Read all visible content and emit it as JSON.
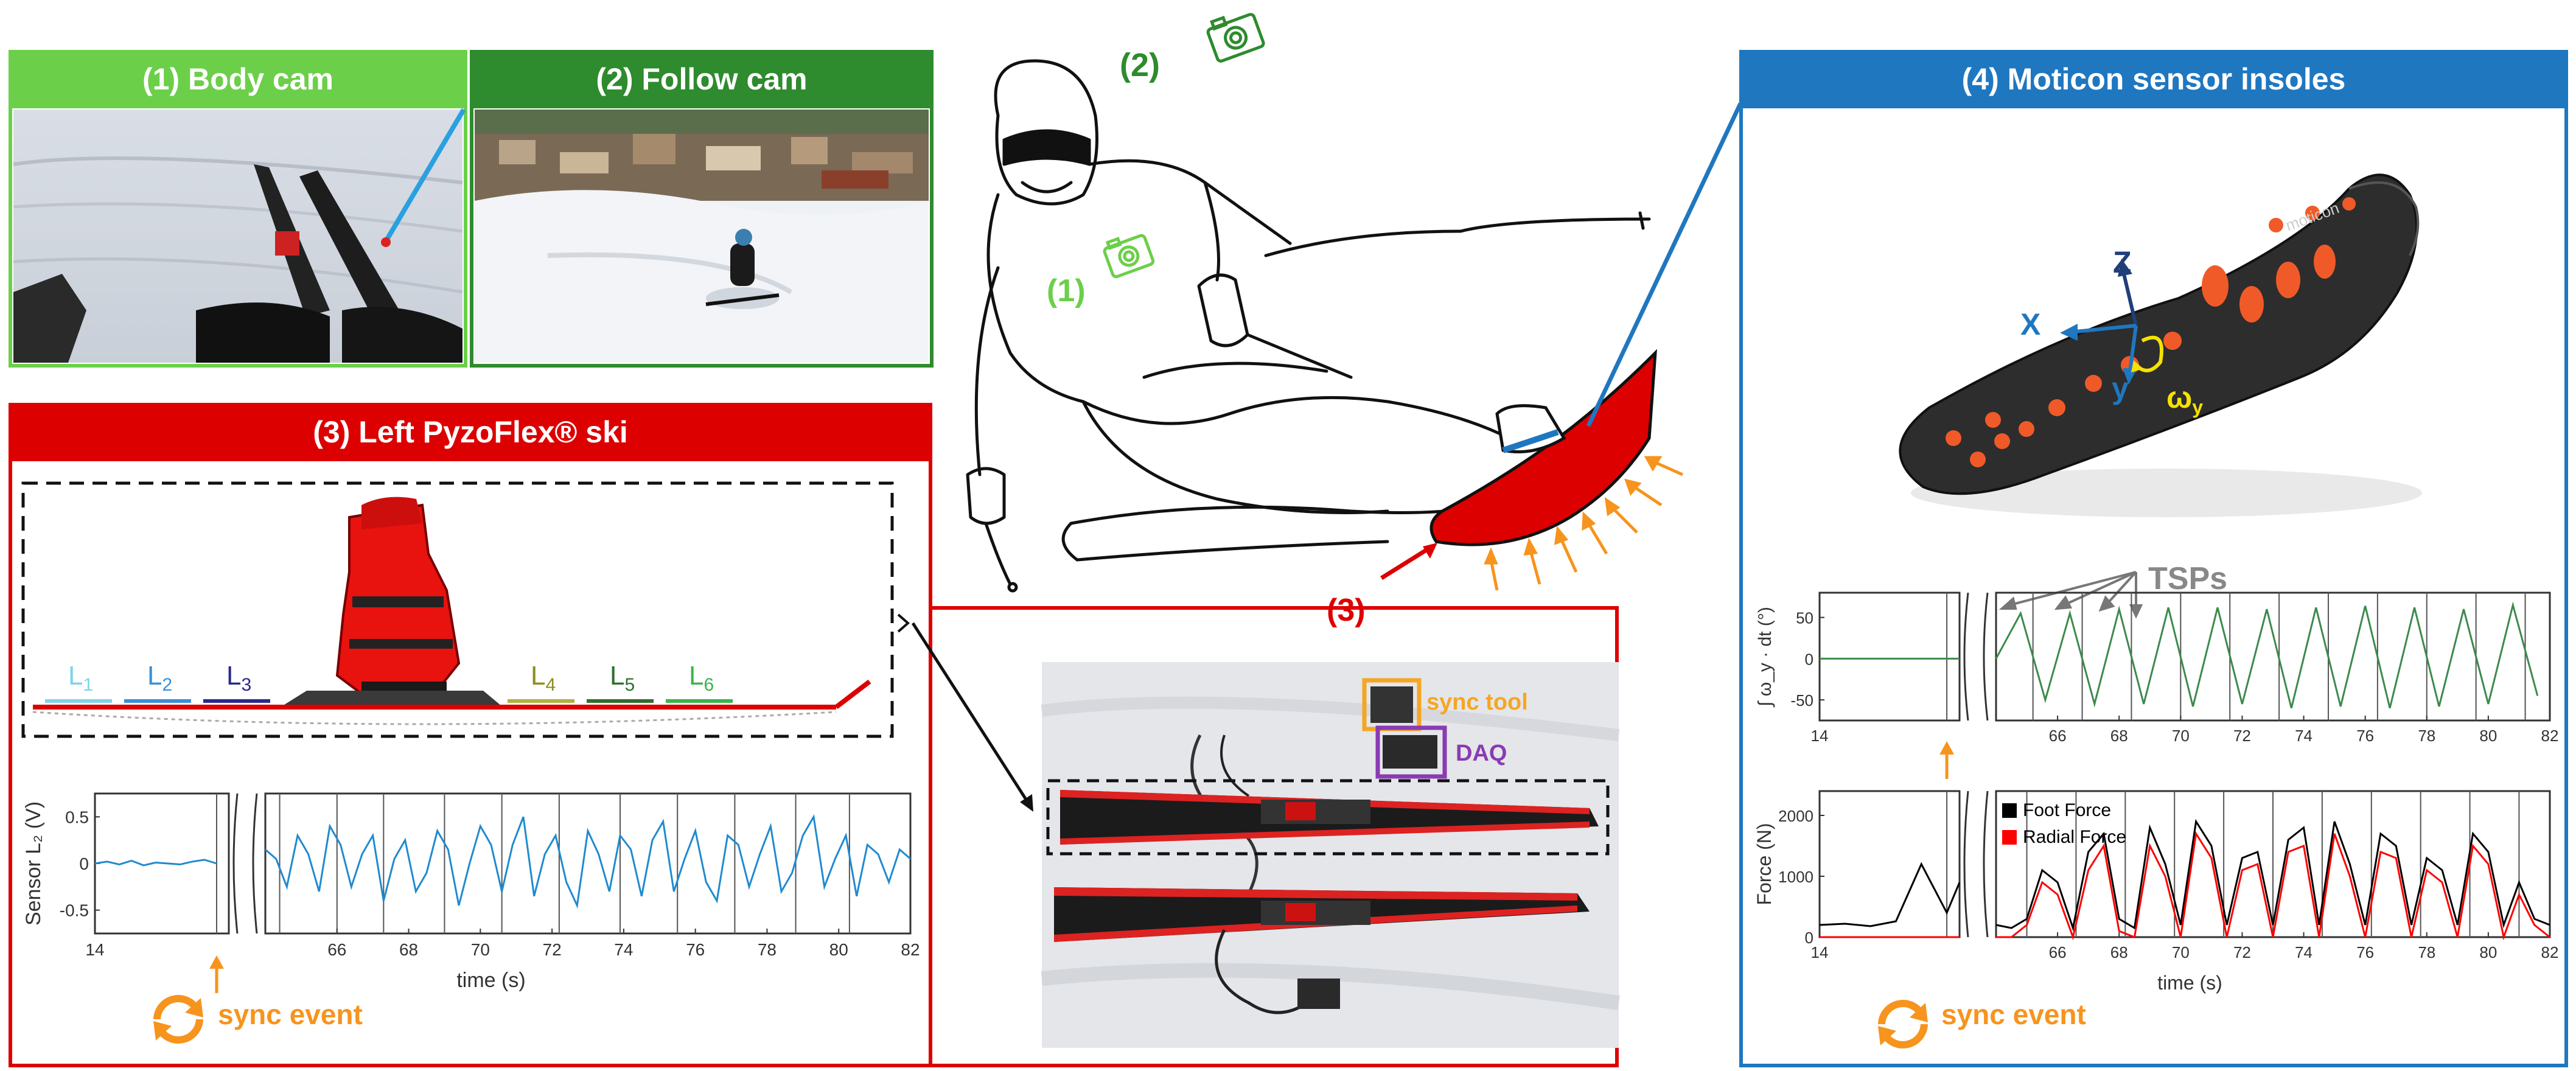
{
  "panels": {
    "body_cam": {
      "title": "(1) Body cam"
    },
    "follow_cam": {
      "title": "(2) Follow cam"
    },
    "pyzoflex": {
      "title": "(3)  Left PyzoFlex® ski",
      "sensor_labels": [
        "L",
        "L",
        "L",
        "L",
        "L",
        "L"
      ],
      "sensor_subscripts": [
        "1",
        "2",
        "3",
        "4",
        "5",
        "6"
      ],
      "sensor_colors": [
        "#7fd3e8",
        "#3a8fd6",
        "#2a2a8a",
        "#b0b040",
        "#2f6f2f",
        "#39b54a"
      ],
      "sync_tool_label": "sync tool",
      "daq_label": "DAQ",
      "sync_event_label": "sync event"
    },
    "moticon": {
      "title": "(4) Moticon sensor insoles",
      "axis_z": "Z",
      "axis_x": "X",
      "axis_y": "y",
      "omega_label": "ω",
      "omega_sub": "y",
      "tsps_label": "TSPs",
      "sync_event_label": "sync event"
    }
  },
  "skier": {
    "label_cam1": "(1)",
    "label_cam2": "(2)",
    "label_ski": "(3)"
  },
  "colors": {
    "green_light": "#6ccf4a",
    "green_dark": "#2e8b2e",
    "red": "#dd0000",
    "blue": "#1f77c0",
    "orange": "#f7941d",
    "sensor_line": "#1f8ad0",
    "insole_line": "#3c8a4c"
  },
  "chart_data": [
    {
      "type": "line",
      "title": "",
      "xlabel": "time (s)",
      "ylabel": "Sensor L₂ (V)",
      "xlim": [
        14,
        82
      ],
      "ylim": [
        -0.75,
        0.75
      ],
      "xticks": [
        "14",
        "66",
        "68",
        "70",
        "72",
        "74",
        "76",
        "78",
        "80",
        "82"
      ],
      "yticks": [
        "0.5",
        "0",
        "-0.5"
      ],
      "series": [
        {
          "values_note": "oscillating sensor voltage"
        }
      ],
      "x_pre": [
        14,
        16,
        18,
        20,
        22,
        24,
        26,
        28,
        30,
        32,
        34
      ],
      "y_pre": [
        0.0,
        0.02,
        -0.01,
        0.03,
        -0.02,
        0.01,
        0.0,
        -0.01,
        0.02,
        0.04,
        0.0
      ],
      "x_main": [
        64.0,
        64.3,
        64.6,
        64.9,
        65.2,
        65.5,
        65.8,
        66.1,
        66.4,
        66.7,
        67.0,
        67.3,
        67.6,
        67.9,
        68.2,
        68.5,
        68.8,
        69.1,
        69.4,
        69.7,
        70.0,
        70.3,
        70.6,
        70.9,
        71.2,
        71.5,
        71.8,
        72.1,
        72.4,
        72.7,
        73.0,
        73.3,
        73.6,
        73.9,
        74.2,
        74.5,
        74.8,
        75.1,
        75.4,
        75.7,
        76.0,
        76.3,
        76.6,
        76.9,
        77.2,
        77.5,
        77.8,
        78.1,
        78.4,
        78.7,
        79.0,
        79.3,
        79.6,
        79.9,
        80.2,
        80.5,
        80.8,
        81.1,
        81.4,
        81.7,
        82.0
      ],
      "y_main": [
        0.15,
        0.05,
        -0.25,
        0.3,
        0.1,
        -0.3,
        0.4,
        0.2,
        -0.25,
        0.1,
        0.3,
        -0.4,
        0.05,
        0.25,
        -0.3,
        -0.1,
        0.35,
        0.15,
        -0.45,
        0.0,
        0.4,
        0.2,
        -0.3,
        0.2,
        0.5,
        -0.35,
        0.1,
        0.3,
        -0.2,
        -0.45,
        0.35,
        0.1,
        -0.3,
        0.3,
        0.15,
        -0.35,
        0.25,
        0.45,
        -0.3,
        0.05,
        0.35,
        -0.2,
        -0.4,
        0.3,
        0.2,
        -0.25,
        0.1,
        0.4,
        -0.3,
        -0.1,
        0.3,
        0.5,
        -0.25,
        0.05,
        0.3,
        -0.35,
        0.2,
        0.1,
        -0.2,
        0.15,
        0.05
      ],
      "boundaries": [
        64.4,
        66.0,
        67.3,
        69.0,
        70.6,
        72.2,
        73.9,
        75.5,
        77.1,
        78.8,
        80.3
      ]
    },
    {
      "type": "line",
      "title": "",
      "xlabel": "",
      "ylabel": "∫ ω_y · dt (°)",
      "xlim": [
        14,
        82
      ],
      "ylim": [
        -75,
        80
      ],
      "xticks": [
        "14",
        "66",
        "68",
        "70",
        "72",
        "74",
        "76",
        "78",
        "80",
        "82"
      ],
      "yticks": [
        "50",
        "0",
        "-50"
      ],
      "x_pre": [
        14,
        20,
        26,
        32,
        36
      ],
      "y_pre": [
        0,
        0,
        0,
        0,
        0
      ],
      "x_main": [
        64,
        64.8,
        65.6,
        66.4,
        67.2,
        68.0,
        68.8,
        69.6,
        70.4,
        71.2,
        72.0,
        72.8,
        73.6,
        74.4,
        75.2,
        76.0,
        76.8,
        77.6,
        78.4,
        79.2,
        80.0,
        80.8,
        81.6
      ],
      "y_main": [
        0,
        55,
        -50,
        55,
        -55,
        60,
        -55,
        62,
        -58,
        62,
        -55,
        60,
        -60,
        62,
        -58,
        64,
        -60,
        62,
        -58,
        60,
        -55,
        65,
        -45
      ],
      "boundaries": [
        65.2,
        66.8,
        68.4,
        70.0,
        71.6,
        73.2,
        74.8,
        76.4,
        78.0,
        79.6,
        81.2
      ]
    },
    {
      "type": "line",
      "title": "",
      "xlabel": "time (s)",
      "ylabel": "Force (N)",
      "xlim": [
        14,
        82
      ],
      "ylim": [
        0,
        2400
      ],
      "xticks": [
        "14",
        "66",
        "68",
        "70",
        "72",
        "74",
        "76",
        "78",
        "80",
        "82"
      ],
      "yticks": [
        "2000",
        "1000",
        "0"
      ],
      "legend": [
        "Foot Force",
        "Radial Force"
      ],
      "legend_colors": [
        "#000000",
        "#ff0000"
      ],
      "x_pre": [
        14,
        18,
        22,
        26,
        30,
        34,
        36
      ],
      "y_pre_foot": [
        200,
        220,
        180,
        260,
        1200,
        400,
        900
      ],
      "x_main": [
        64.0,
        64.5,
        65.0,
        65.5,
        66.0,
        66.5,
        67.0,
        67.5,
        68.0,
        68.5,
        69.0,
        69.5,
        70.0,
        70.5,
        71.0,
        71.5,
        72.0,
        72.5,
        73.0,
        73.5,
        74.0,
        74.5,
        75.0,
        75.5,
        76.0,
        76.5,
        77.0,
        77.5,
        78.0,
        78.5,
        79.0,
        79.5,
        80.0,
        80.5,
        81.0,
        81.5,
        82.0
      ],
      "y_main_foot": [
        200,
        150,
        300,
        1100,
        900,
        150,
        1400,
        1700,
        300,
        150,
        1800,
        1200,
        200,
        1900,
        1500,
        200,
        1300,
        1400,
        200,
        1600,
        1800,
        200,
        1900,
        1200,
        200,
        1700,
        1500,
        200,
        1300,
        1100,
        200,
        1700,
        1400,
        200,
        900,
        300,
        200
      ],
      "y_main_radial": [
        0,
        0,
        200,
        900,
        700,
        0,
        1100,
        1500,
        100,
        0,
        1500,
        1000,
        0,
        1700,
        1300,
        0,
        1100,
        1200,
        0,
        1400,
        1500,
        0,
        1700,
        1000,
        0,
        1400,
        1300,
        0,
        1100,
        900,
        0,
        1500,
        1200,
        0,
        700,
        200,
        0
      ],
      "boundaries": [
        65.0,
        66.6,
        68.2,
        69.8,
        71.4,
        73.0,
        74.6,
        76.2,
        77.8,
        79.4,
        81.0
      ]
    }
  ]
}
